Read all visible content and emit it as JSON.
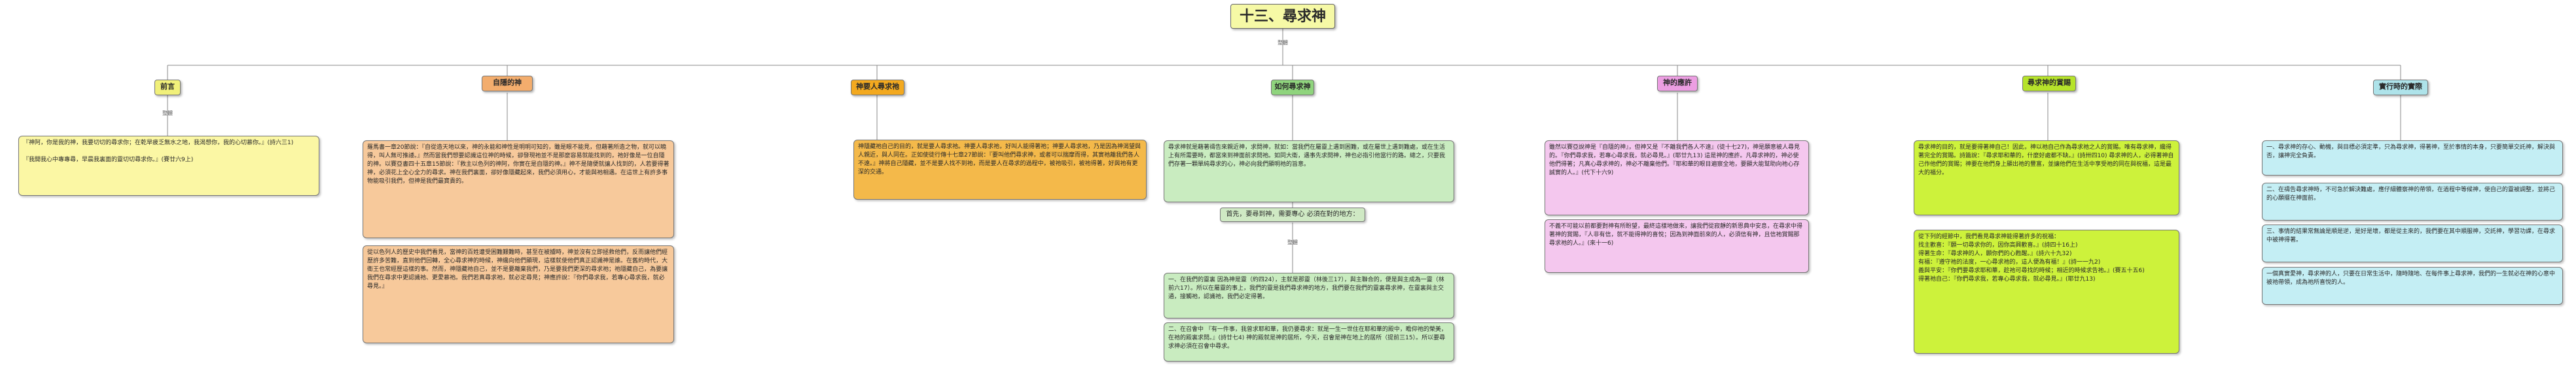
{
  "title": "十三、尋求神",
  "root_tag": "整體",
  "branch_tag": "整體",
  "branches": {
    "intro": {
      "label": "前言",
      "tag": "整體",
      "text": "『神阿，你是我的神，我要切切的尋求你；在乾旱疲乏無水之地，我渴想你，我的心切慕你。』(詩六三1)\n\n『我開我心中專專尋，早晨我裏面的靈切切尋求你。』(賽廿六9上)"
    },
    "hidden_god": {
      "label": "自隱的神",
      "text_a": "羅馬書一章20節說：『自從造天地以來，神的永能和神性是明明可知的，雖是眼不能見，但藉著所造之物，就可以曉得，叫人無可推諉。』然而當我們想要認識這位神的時候，卻發現祂並不是那麼容易就能找到的，祂好像是一位自隱的神。以賽亞書四十五章15節說：『救主以色列的神阿，你實在是自隱的神。』神不是隨便就讓人找到的，人若要得著神，必須花上全心全力的尋求。神在我們裏面，卻好像隱藏起來，我們必須用心，才能與祂相遇。在這世上有許多事物能吸引我們，但神是我們最寶貴的。",
      "text_b": "從以色列人的歷史中我們看見，當神的百姓遭受困難艱難時，甚至在被擄時，神並沒有立即拯救他們，反而讓他們經歷許多苦難，直到他們回轉，全心尋求神的時候，神纔向他們顯現，這樣就使他們真正認識神是誰。在舊約時代，大衛王也常經歷這樣的事。然而，神隱藏祂自己，並不是要離棄我們，乃是要我們更深的尋求祂；祂隱藏自己，為要讓我們在尋求中更認識祂、更愛慕祂。我們若真尋求祂，就必定尋見；神應許說：『你們尋求我，若專心尋求我，就必尋見。』"
    },
    "god_seeks": {
      "label": "神要人尋求祂",
      "text": "神隱藏祂自己的目的，就是要人尋求祂。神要人尋求祂，好叫人能得著祂；神要人尋求祂，乃是因為神渴望與人親近，與人同在。正如使徒行傳十七章27節說：『要叫他們尋求神，或者可以揣摩而得，其實祂離我們各人不遠。』神將自己隱藏，並不是要人找不到祂，而是要人在尋求的過程中，被祂吸引，被祂得著，好與祂有更深的交通。"
    },
    "how_to_seek": {
      "label": "如何尋求神",
      "text": "尋求神就是藉著禱告來親近神，求問神，就如：當我們在屬靈上遇到困難，或在屬世上遇到難處，或在生活上有所需要時，都當來到神面前求問祂。如同大衛，遇事先求問神，神也必指引他當行的路。總之，只要我們存著一顆單純尋求的心，神必向我們顯明祂的旨意。",
      "mid": "首先，要尋到神，需要專心 必須在對的地方：",
      "mid_tag": "整體",
      "point_1": "一、在我們的靈裏 因為神是靈（約四24），主就是那靈（林後三17），與主聯合的，便是與主成為一靈（林前六17）。所以在屬靈的事上，我們的靈是我們尋求神的地方，我們要在我們的靈裏尋求神，在靈裏與主交通，接觸祂，認識祂，我們必定得著。",
      "point_2": "二、在召會中 『有一件事，我曾求耶和華，我仍要尋求：就是一生一世住在耶和華的殿中，瞻仰祂的榮美，在祂的殿裏求問。』(詩廿七4) 神的殿就是神的居所，今天，召會是神在地上的居所（提前三15）。所以要尋求神必須在召會中尋求。"
    },
    "promise": {
      "label": "神的應許",
      "text_a": "雖然以賽亞說神是『自隱的神』，但神又是『不離我們各人不遠』(徒十七27)，神是願意被人尋見的。『你們尋求我，若專心尋求我，就必尋見。』(耶廿九13) 這是神的應許。凡尋求神的，神必使他們得著；凡真心尋求神的，神必不離棄他們。『耶和華的眼目遍察全地，要顯大能幫助向祂心存誠實的人。』(代下十六9)",
      "text_b": "不義不可能以前都要對神有所盼望，最終這樣地做來，讓我們從寂靜的新恩典中安息，在尋求中得著神的賞賜，『人非有信，就不能得神的喜悅；因為到神面前來的人，必須信有神，且信祂賞賜那尋求祂的人。』(來十一6)"
    },
    "reward": {
      "label": "尋求神的賞賜",
      "text_a": "尋求神的目的，就是要得著神自己！因此，神以祂自己作為尋求祂之人的賞賜。唯有尋求神，纔得著完全的賞賜。詩篇說：『尋求耶和華的，什麼好處都不缺。』(詩卅四10) 尋求神的人，必得著神自己作他們的賞賜；神要在他們身上顯出祂的豐富，並讓他們在生活中享受祂的同在與祝福，這是最大的福分。",
      "text_b": "從下列的經節中，我們看見尋求神能得著許多的祝福：\n找主歡喜：『願一切尋求你的，因你高興歡喜。』(詩四十16上)\n得著生命：『尋求神的人，願你們的心甦醒。』(詩六十九32)\n有福：『遵守祂的法度，一心尋求祂的，這人便為有福！』(詩一一九2)\n義與平安：『你們要尋求耶和華，趁祂可尋找的時候；相近的時候求告祂。』(賽五十五6)\n得著祂自己：『你們尋求我，若專心尋求我，就必尋見。』(耶廿九13)"
    },
    "practical": {
      "label": "實行時的實際",
      "text_a": "一、尋求神的存心、動機，與目標必須定準，只為尋求神，得著神，至於事情的本身，只要簡單交託神，解決與否，讓神完全負責。",
      "text_b": "二、在禱告尋求神時，不可急於解決難處，應仔細體察神的帶領，在過程中等候神，使自己的靈被調整，並將己的心願擺在神面前。",
      "text_c": "三、事情的結果常無論是順是逆，是好是壞，都是從主來的，我們要在其中順服神，交託神，學習功課，在尋求中被神得著。",
      "text_d": "一個真實愛神，尋求神的人，只要在日常生活中，隨時隨地、在每件事上尋求神，我們的一生就必在神的心意中被祂帶領，成為祂所喜悅的人。"
    }
  }
}
